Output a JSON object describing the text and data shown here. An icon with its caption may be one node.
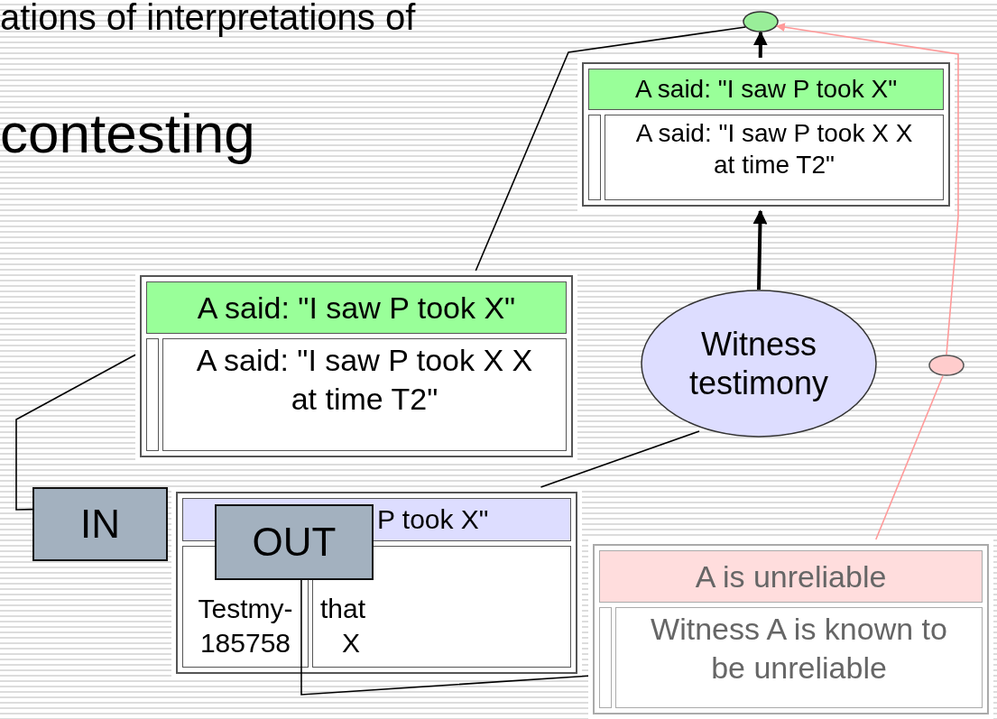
{
  "diagram": {
    "nodes": [
      {
        "text": [],
        "shape": "circle"
      },
      {
        "text": [
          "A said: \"I saw P took X\"",
          "A said: \"I saw P took X X at time T2\""
        ]
      },
      {
        "text": [
          "A said: \"I saw P took X\"",
          "A said: \"I saw P took X X at time T2\""
        ]
      },
      {
        "text": [
          "Witness testimony"
        ]
      },
      {
        "text": [
          "P took X\"",
          "Testmy- 185758",
          "that",
          "X"
        ]
      },
      {
        "text": [],
        "shape": "circle"
      },
      {
        "text": [
          "A is unreliable",
          "Witness A is known to be unreliable"
        ]
      },
      {
        "text": [
          "IN"
        ]
      },
      {
        "text": [
          "OUT"
        ],
        "in": 4
      }
    ],
    "edges": [
      {
        "from": 2,
        "to": 0,
        "arrow": "none"
      },
      {
        "from": 3,
        "to": 1,
        "arrow": "to",
        "style": "thick"
      },
      {
        "from": 1,
        "to": 0,
        "arrow": "to",
        "style": "thick"
      },
      {
        "from": 5,
        "to": 0,
        "arrow": "to",
        "color": "#ff9999"
      },
      {
        "from": 6,
        "to": 5,
        "arrow": "none",
        "color": "#ff9999"
      },
      {
        "from": 4,
        "to": 3,
        "arrow": "none"
      },
      {
        "from": 7,
        "to": 2,
        "arrow": "none"
      },
      {
        "from": 8,
        "to": 6,
        "arrow": "none"
      }
    ],
    "labels": [
      "ations of interpretations of",
      "contesting"
    ]
  }
}
